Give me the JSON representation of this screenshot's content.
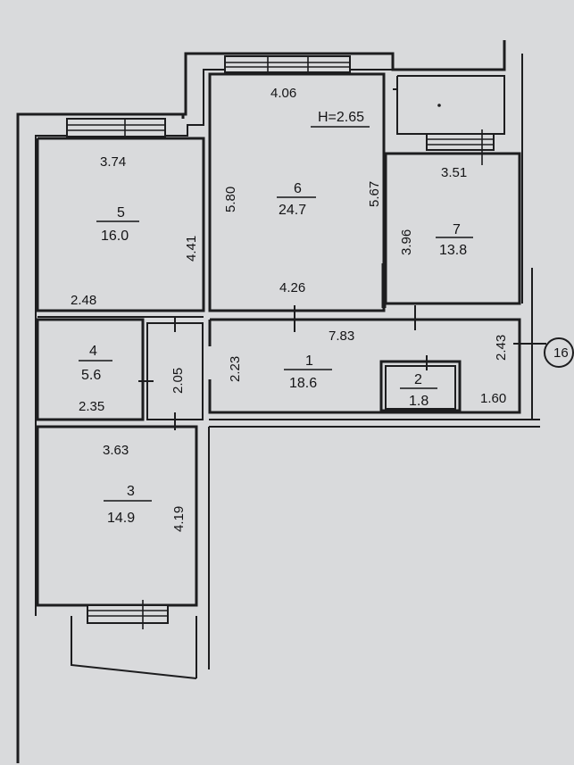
{
  "height_label": "H=2.65",
  "stair_mark": "16",
  "rooms": [
    {
      "id": "room-1",
      "number": "1",
      "area": "18.6"
    },
    {
      "id": "room-2",
      "number": "2",
      "area": "1.8"
    },
    {
      "id": "room-3",
      "number": "3",
      "area": "14.9"
    },
    {
      "id": "room-4",
      "number": "4",
      "area": "5.6"
    },
    {
      "id": "room-5",
      "number": "5",
      "area": "16.0"
    },
    {
      "id": "room-6",
      "number": "6",
      "area": "24.7"
    },
    {
      "id": "room-7",
      "number": "7",
      "area": "13.8"
    }
  ],
  "dimensions": {
    "d_4_06": "4.06",
    "d_3_74": "3.74",
    "d_3_51": "3.51",
    "d_5_80": "5.80",
    "d_5_67": "5.67",
    "d_4_41": "4.41",
    "d_3_96": "3.96",
    "d_2_48": "2.48",
    "d_4_26": "4.26",
    "d_7_83": "7.83",
    "d_2_43": "2.43",
    "d_2_05": "2.05",
    "d_2_23": "2.23",
    "d_2_35": "2.35",
    "d_1_60": "1.60",
    "d_3_63": "3.63",
    "d_4_19": "4.19"
  }
}
